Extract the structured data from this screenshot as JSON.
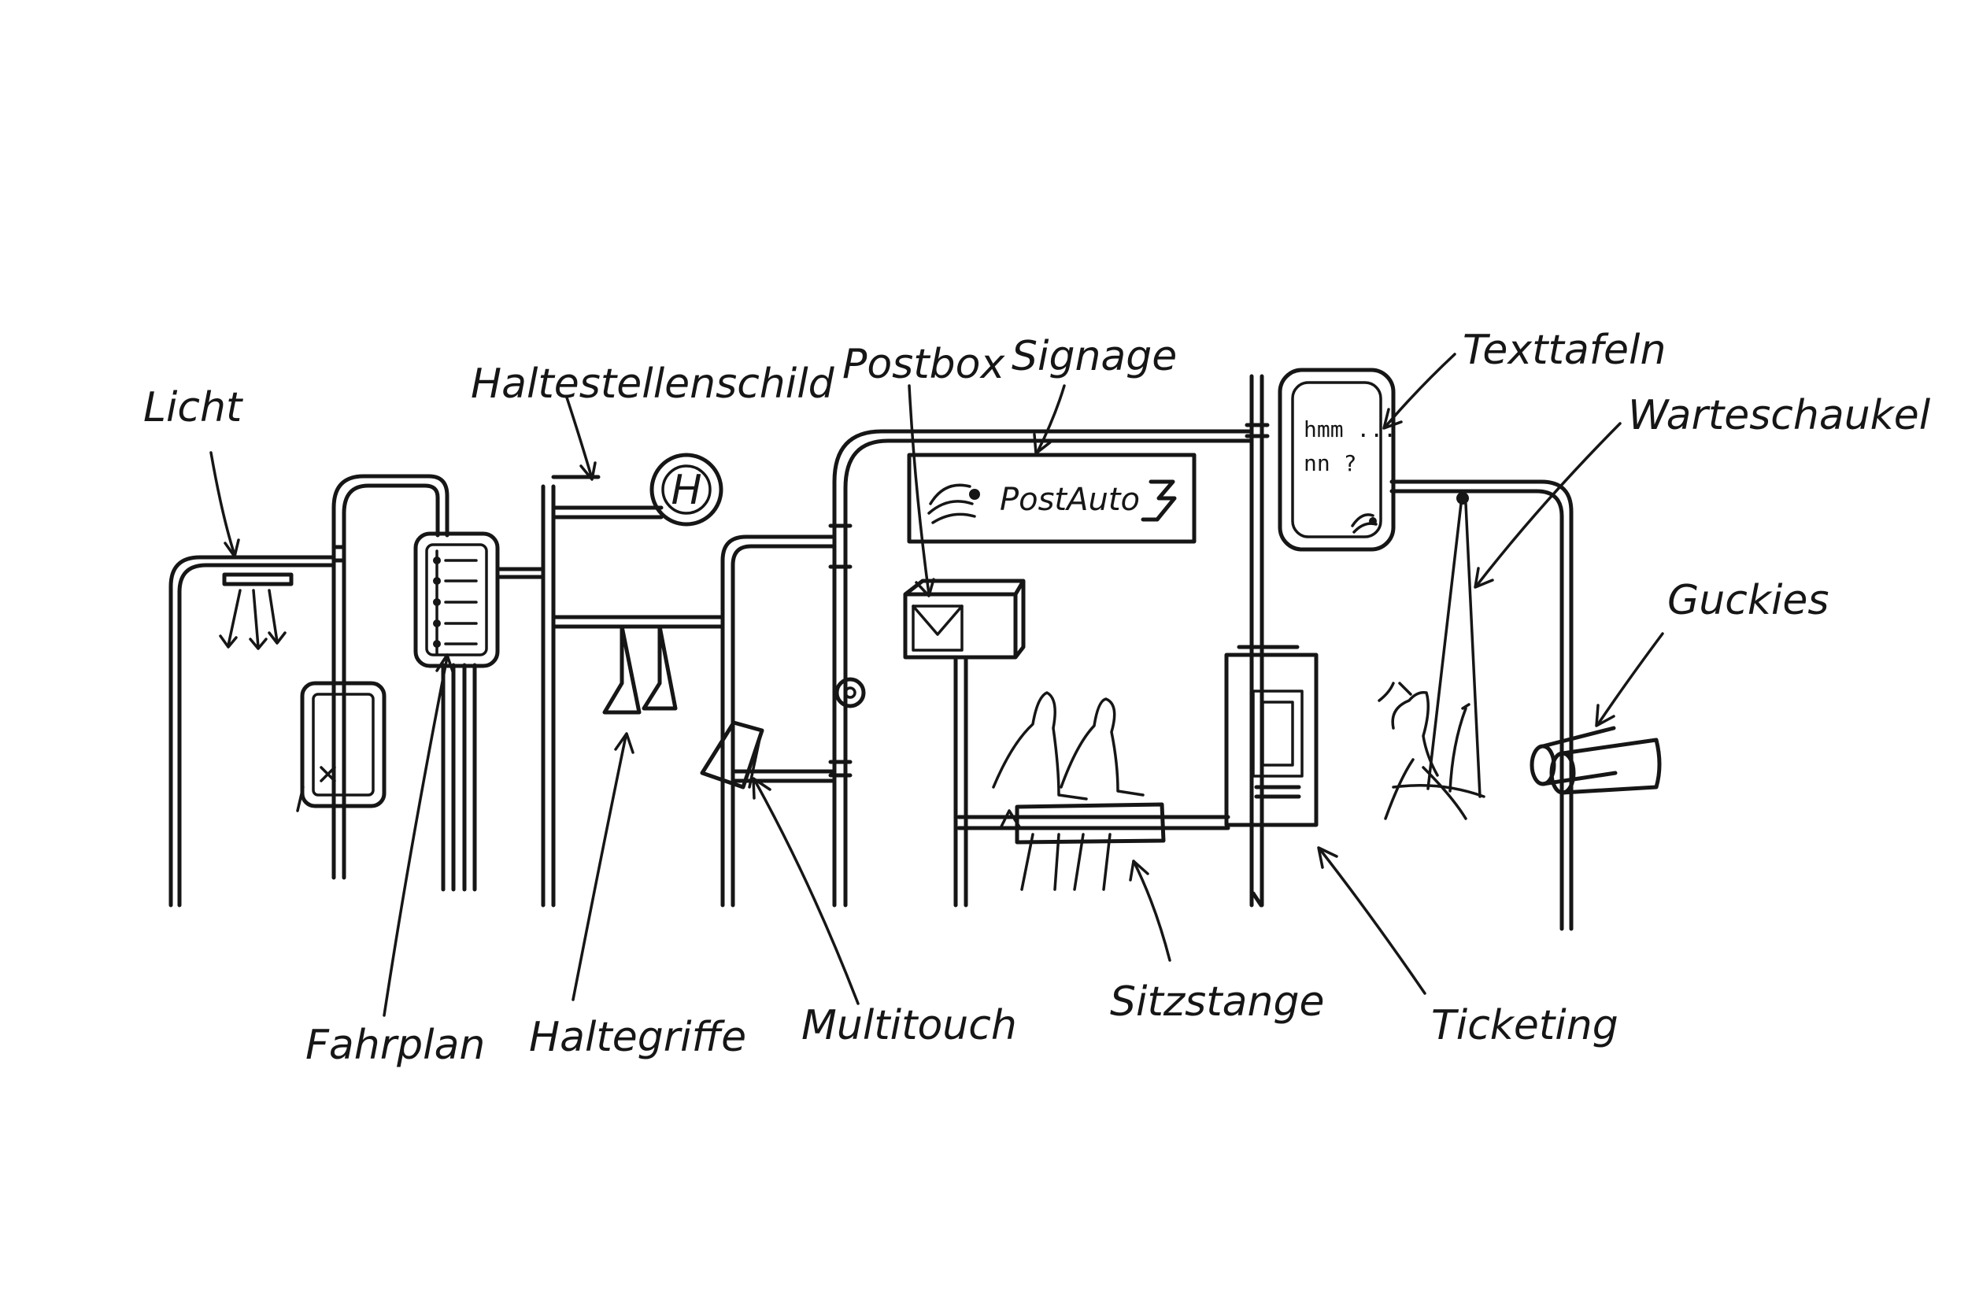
{
  "labels": {
    "licht": "Licht",
    "haltestellenschild": "Haltestellenschild",
    "postbox": "Postbox",
    "signage": "Signage",
    "texttafeln": "Texttafeln",
    "warteschaukel": "Warteschaukel",
    "guckies": "Guckies",
    "fahrplan": "Fahrplan",
    "haltegriffe": "Haltegriffe",
    "multitouch": "Multitouch",
    "sitzstange": "Sitzstange",
    "ticketing": "Ticketing"
  },
  "stop_sign_letter": "H",
  "signage_brand": "PostAuto",
  "text_panel": {
    "line1": "hmm ...",
    "line2": "nn ?"
  }
}
